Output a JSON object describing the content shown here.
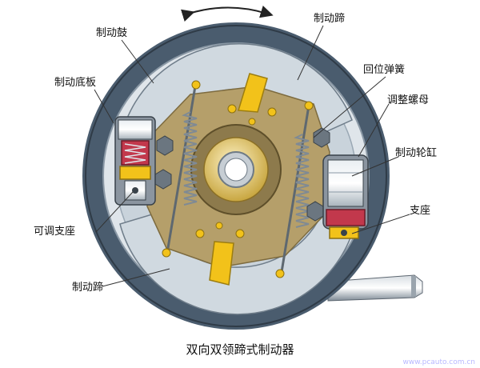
{
  "caption": "双向双领蹄式制动器",
  "watermark": "www.pcauto.com.cn",
  "labels": {
    "drum": "制动鼓",
    "backplate": "制动底板",
    "shoe_top": "制动蹄",
    "return_spring": "回位弹簧",
    "adjust_nut": "调整螺母",
    "wheel_cylinder": "制动轮缸",
    "support": "支座",
    "adjustable_support": "可调支座",
    "shoe_bottom": "制动蹄"
  },
  "colors": {
    "drum": "#4a5c6e",
    "drum_inner": "#c9d3db",
    "shoe_lining": "#d8e0e6",
    "plate": "#b09a66",
    "cam": "#f0c419",
    "spring": "#9aa4ad",
    "cylinder_red": "#c2384c",
    "accent_yellow": "#f2c21a"
  }
}
